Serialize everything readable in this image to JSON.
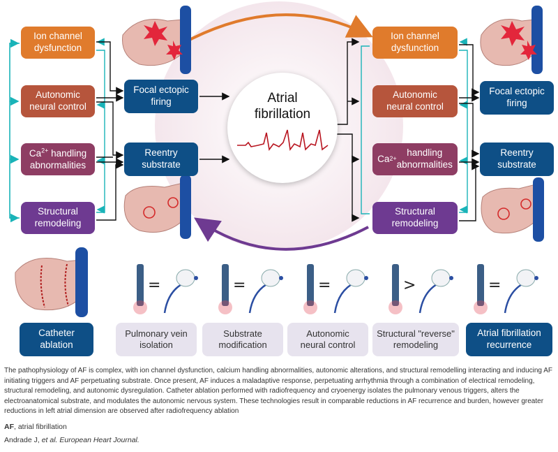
{
  "left_column": [
    {
      "label": "Ion channel\ndysfunction",
      "color": "#e07b2c"
    },
    {
      "label": "Autonomic\nneural control",
      "color": "#b6553c"
    },
    {
      "label": "Ca2+ handling\nabnormalities",
      "sup": "2+",
      "base": "Ca",
      "rest": " handling\nabnormalities",
      "color": "#8e3d63"
    },
    {
      "label": "Structural\nremodeling",
      "color": "#6e3a91"
    }
  ],
  "left_mechanisms": [
    {
      "label": "Focal ectopic\nfiring"
    },
    {
      "label": "Reentry\nsubstrate"
    }
  ],
  "center": {
    "title": "Atrial\nfibrillation"
  },
  "right_column": [
    {
      "label": "Ion channel\ndysfunction"
    },
    {
      "label": "Autonomic\nneural control"
    },
    {
      "label": "Ca2+ handling\nabnormalities"
    },
    {
      "label": "Structural\nremodeling"
    }
  ],
  "right_mechanisms": [
    {
      "label": "Focal ectopic\nfiring"
    },
    {
      "label": "Reentry\nsubstrate"
    }
  ],
  "ablation": {
    "label": "Catheter\nablation"
  },
  "outcomes": [
    {
      "label": "Pulmonary vein\nisolation",
      "symbol": "="
    },
    {
      "label": "Substrate\nmodification",
      "symbol": "="
    },
    {
      "label": "Autonomic\nneural control",
      "symbol": "="
    },
    {
      "label": "Structural \"reverse\"\nremodeling",
      "symbol": ">"
    },
    {
      "label": "Atrial fibrillation\nrecurrence",
      "symbol": "="
    }
  ],
  "caption": "The pathophysiology of AF is complex, with ion channel dysfunction, calcium handling abnormalities, autonomic alterations, and structural remodelling interacting and inducing AF initiating triggers and AF perpetuating substrate. Once present, AF induces a maladaptive response, perpetuating arrhythmia through a combination of electrical remodeling, structural remodeling, and autonomic dysregulation. Catheter ablation performed with radiofrequency and cryoenergy isolates the pulmonary venous triggers, alters the electroanatomical substrate, and modulates the autonomic nervous system. These technologies result in comparable reductions in AF recurrence and burden, however greater reductions in left atrial dimension are observed after radiofrequency ablation",
  "abbreviation": {
    "term": "AF",
    "definition": ", atrial fibrillation"
  },
  "reference": {
    "authors": "Andrade J, ",
    "etal": "et al.",
    "journal": " European Heart Journal."
  }
}
